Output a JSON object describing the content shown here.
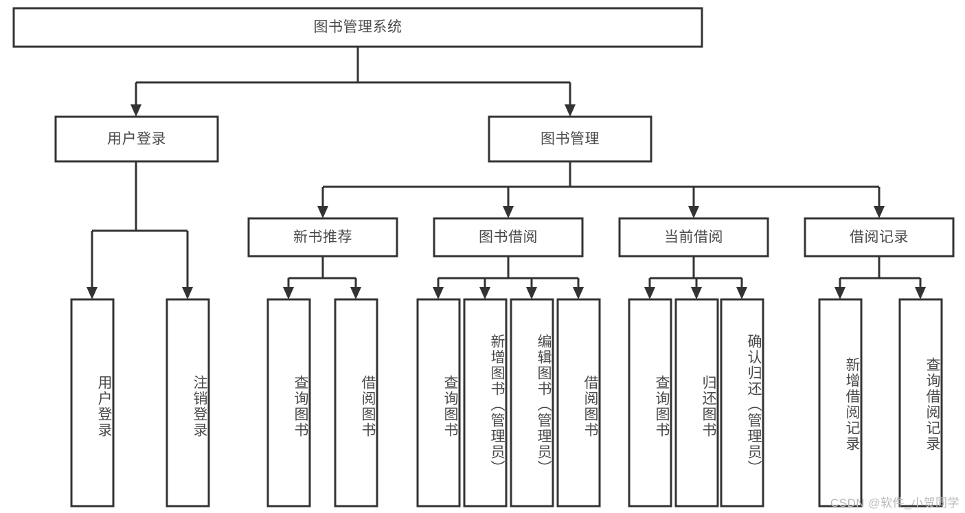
{
  "diagram": {
    "type": "hierarchy-tree",
    "title": "图书管理系统",
    "root": {
      "id": "root",
      "label": "图书管理系统"
    },
    "level1": [
      {
        "id": "user-login",
        "label": "用户登录"
      },
      {
        "id": "book-management",
        "label": "图书管理"
      }
    ],
    "level2": [
      {
        "id": "new-book-recommend",
        "label": "新书推荐",
        "parent": "book-management"
      },
      {
        "id": "book-borrow",
        "label": "图书借阅",
        "parent": "book-management"
      },
      {
        "id": "current-borrow",
        "label": "当前借阅",
        "parent": "book-management"
      },
      {
        "id": "borrow-record",
        "label": "借阅记录",
        "parent": "book-management"
      }
    ],
    "leaves": [
      {
        "id": "leaf-user-login",
        "label": "用户登录",
        "parent": "user-login"
      },
      {
        "id": "leaf-logout",
        "label": "注销登录",
        "parent": "user-login"
      },
      {
        "id": "leaf-query-book-1",
        "label": "查询图书",
        "parent": "new-book-recommend"
      },
      {
        "id": "leaf-borrow-book-1",
        "label": "借阅图书",
        "parent": "new-book-recommend"
      },
      {
        "id": "leaf-query-book-2",
        "label": "查询图书",
        "parent": "book-borrow"
      },
      {
        "id": "leaf-add-book",
        "label": "新增图书（管理员）",
        "parent": "book-borrow"
      },
      {
        "id": "leaf-edit-book",
        "label": "编辑图书（管理员）",
        "parent": "book-borrow"
      },
      {
        "id": "leaf-borrow-book-2",
        "label": "借阅图书",
        "parent": "book-borrow"
      },
      {
        "id": "leaf-query-book-3",
        "label": "查询图书",
        "parent": "current-borrow"
      },
      {
        "id": "leaf-return-book",
        "label": "归还图书",
        "parent": "current-borrow"
      },
      {
        "id": "leaf-confirm-return",
        "label": "确认归还（管理员）",
        "parent": "current-borrow"
      },
      {
        "id": "leaf-add-record",
        "label": "新增借阅记录",
        "parent": "borrow-record"
      },
      {
        "id": "leaf-query-record",
        "label": "查询借阅记录",
        "parent": "borrow-record"
      }
    ]
  },
  "watermark": {
    "text": "CSDN @软件_小贺同学"
  },
  "colors": {
    "stroke": "#333333",
    "fill": "#ffffff",
    "text": "#4a4a4a",
    "watermark": "#b9b9b9"
  }
}
